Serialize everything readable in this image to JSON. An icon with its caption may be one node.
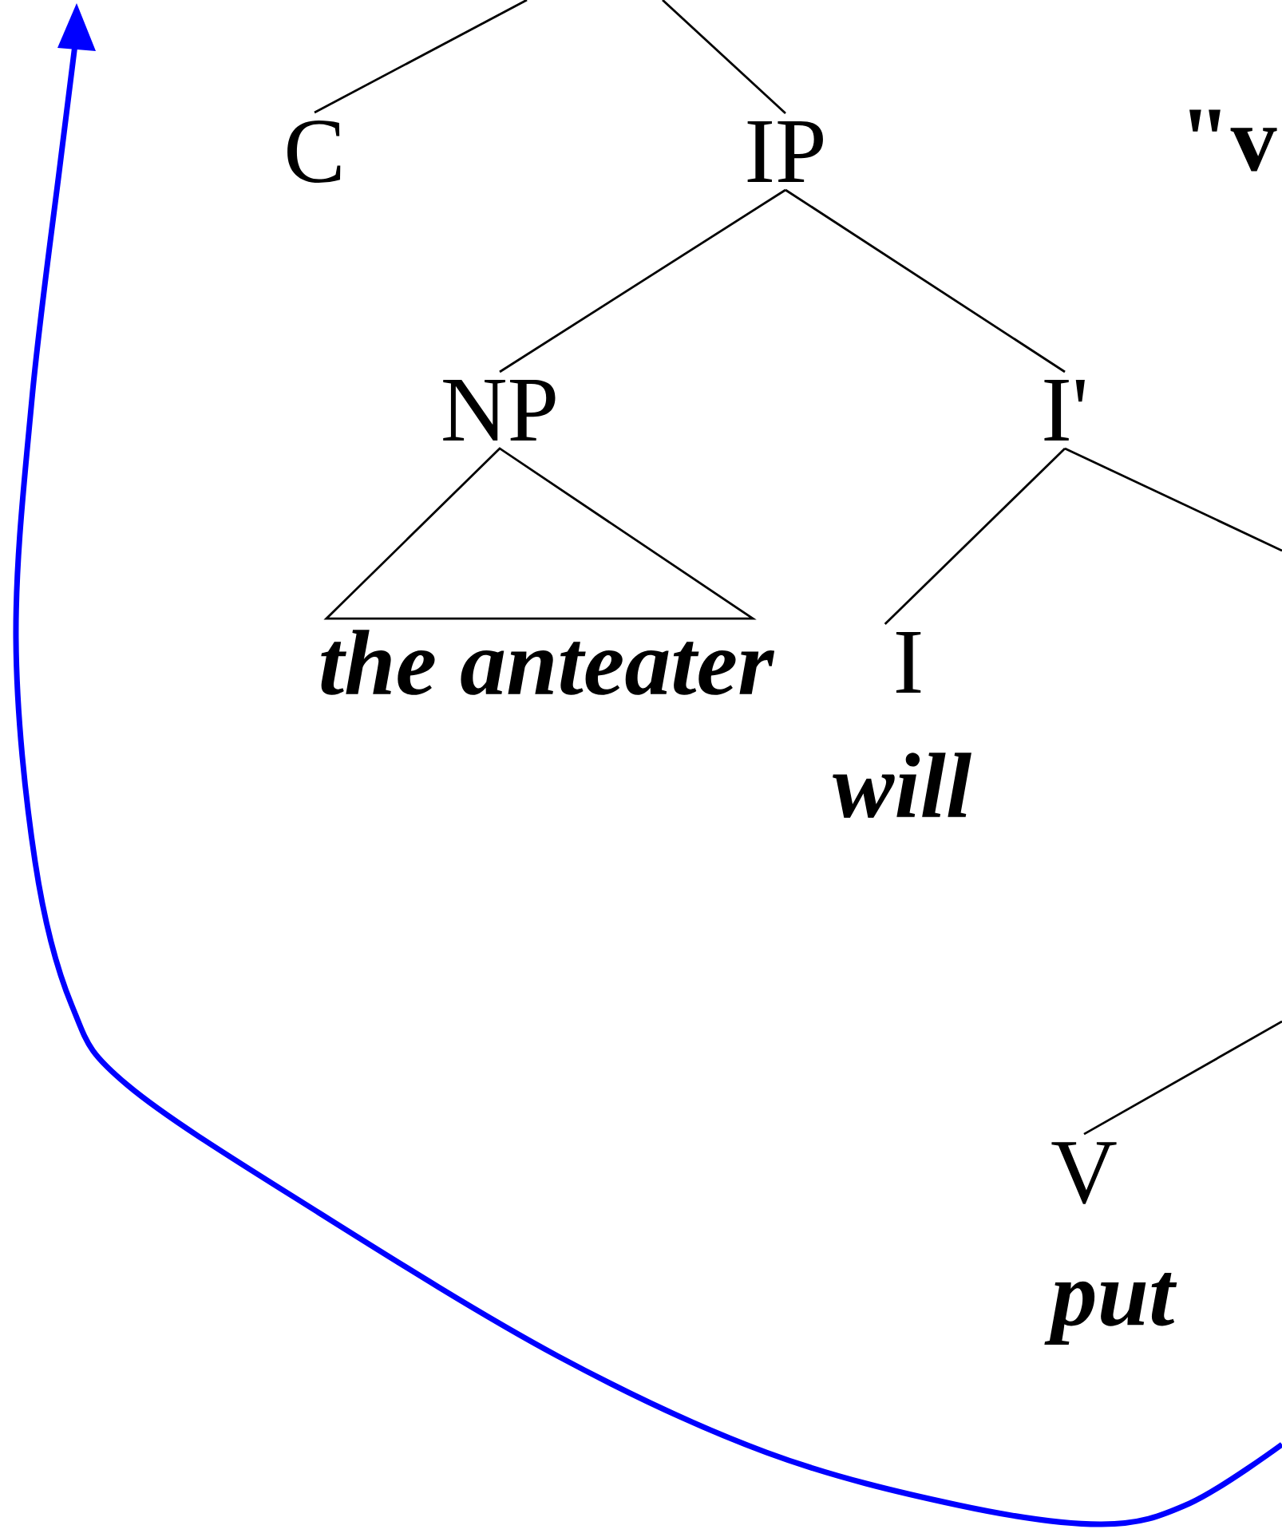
{
  "diagram": {
    "nodes": [
      {
        "text": [
          "C"
        ]
      },
      {
        "text": [
          "IP"
        ]
      },
      {
        "text": [
          "NP"
        ]
      },
      {
        "text": [
          "I'"
        ]
      },
      {
        "text": [
          "the anteater"
        ]
      },
      {
        "text": [
          "I"
        ],
        "beside": [
          "will"
        ]
      },
      {
        "text": [
          "V"
        ],
        "beside": [
          "put"
        ]
      }
    ],
    "edges": [
      {
        "from": null,
        "to": 0,
        "arrow": "none"
      },
      {
        "from": null,
        "to": 1,
        "arrow": "none"
      },
      {
        "from": 1,
        "to": 2,
        "arrow": "none"
      },
      {
        "from": 1,
        "to": 3,
        "arrow": "none"
      },
      {
        "from": 2,
        "to": 4,
        "arrow": "none"
      },
      {
        "from": 3,
        "to": 5,
        "arrow": "none"
      },
      {
        "from": 3,
        "to": null,
        "arrow": "none"
      },
      {
        "from": null,
        "to": 6,
        "arrow": "none"
      }
    ],
    "labels": [
      "\"v"
    ]
  }
}
